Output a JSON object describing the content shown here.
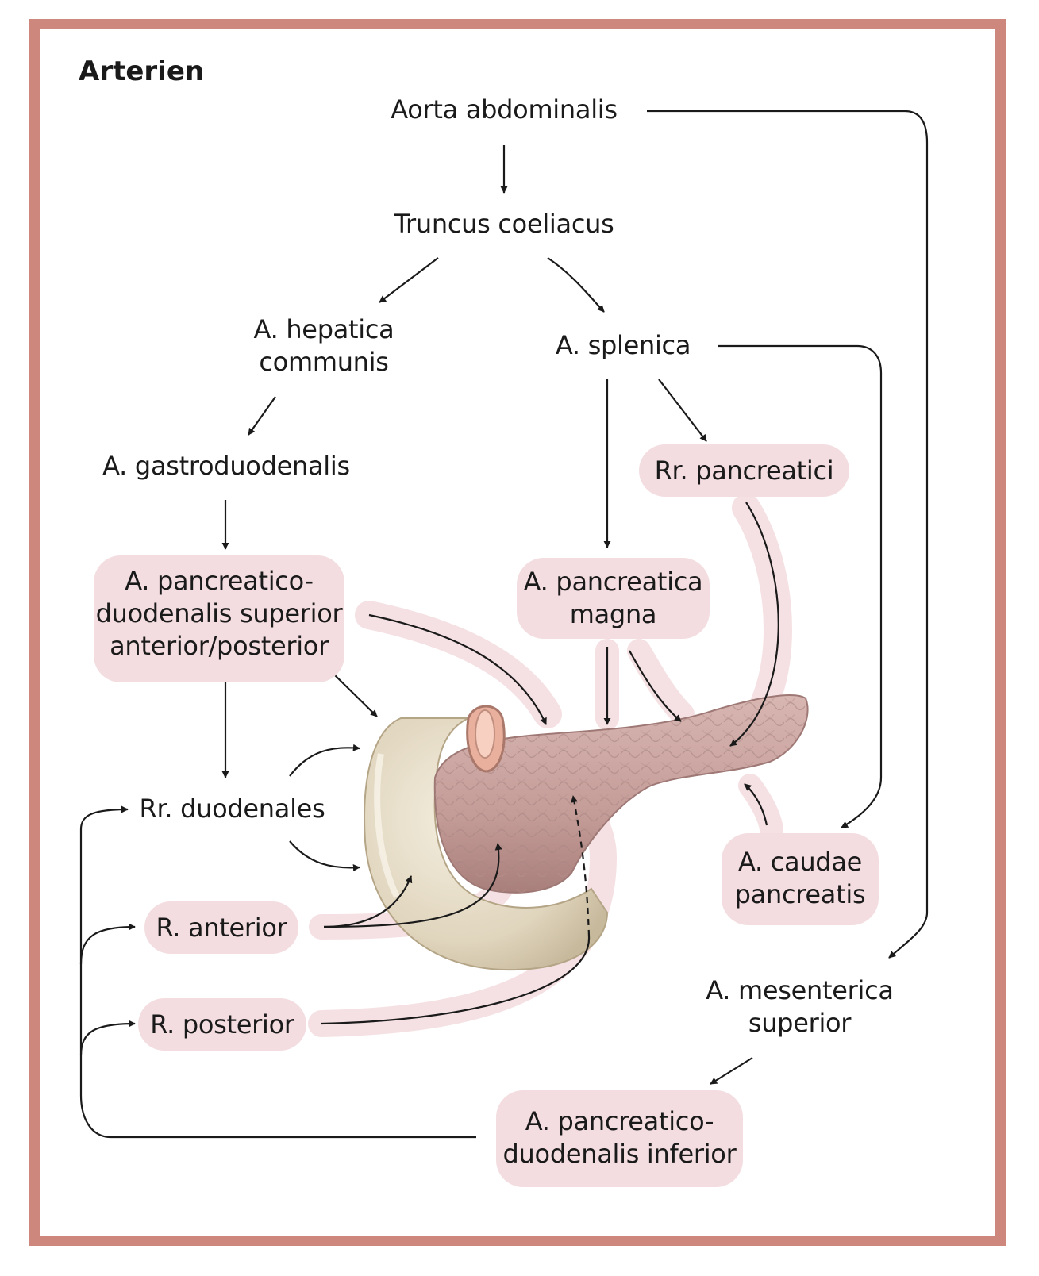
{
  "title": "Arterien",
  "nodes": {
    "aorta_abdominalis": [
      "Aorta abdominalis"
    ],
    "truncus_coeliacus": [
      "Truncus coeliacus"
    ],
    "a_hepatica_communis": [
      "A. hepatica",
      "communis"
    ],
    "a_splenica": [
      "A. splenica"
    ],
    "a_gastroduodenalis": [
      "A. gastroduodenalis"
    ],
    "rr_pancreatici": [
      "Rr. pancreatici"
    ],
    "a_pancreaticoduodenalis_superior": [
      "A. pancreatico-",
      "duodenalis superior",
      "anterior/posterior"
    ],
    "a_pancreatica_magna": [
      "A. pancreatica",
      "magna"
    ],
    "rr_duodenales": [
      "Rr. duodenales"
    ],
    "a_caudae_pancreatis": [
      "A. caudae",
      "pancreatis"
    ],
    "r_anterior": [
      "R. anterior"
    ],
    "r_posterior": [
      "R. posterior"
    ],
    "a_mesenterica_superior": [
      "A. mesenterica",
      "superior"
    ],
    "a_pancreaticoduodenalis_inferior": [
      "A. pancreatico-",
      "duodenalis inferior"
    ]
  },
  "colors": {
    "frame": "#cd877c",
    "highlight_box": "#f3dde0",
    "highlight_path": "#f5e1e3",
    "arrow": "#1a1a1a",
    "duodenum": "#e2d8c2",
    "pancreas": "#c9a3a0"
  }
}
